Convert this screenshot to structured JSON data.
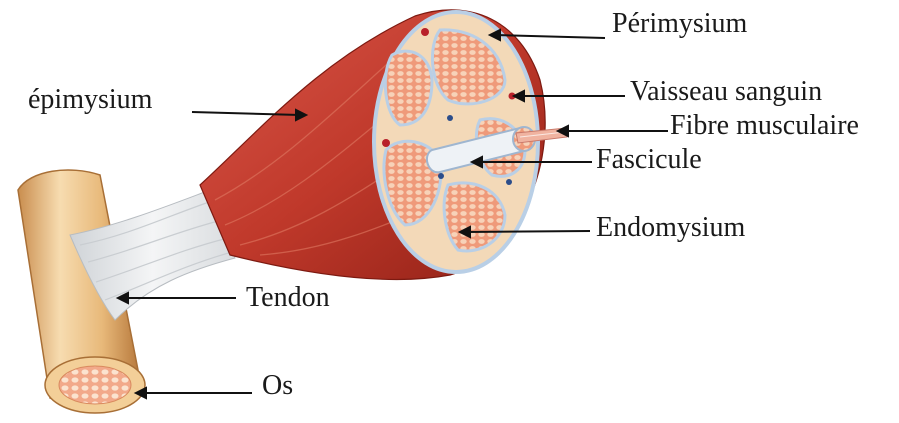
{
  "labels": {
    "perimysium": "Périmysium",
    "epimysium": "épimysium",
    "vaisseau_sanguin": "Vaisseau sanguin",
    "fibre_musculaire": "Fibre musculaire",
    "fascicule": "Fascicule",
    "endomysium": "Endomysium",
    "tendon": "Tendon",
    "os": "Os"
  },
  "colors": {
    "muscle": "#c0392b",
    "muscle_dark": "#8e1f15",
    "muscle_light": "#e07a62",
    "sheath": "#f3d9b8",
    "sheath_blue": "#b9cfe6",
    "fascicle_fill": "#ef9a7a",
    "fiber_dots": "#f7d2b8",
    "tendon": "#e4e6e8",
    "bone": "#e8b97a",
    "bone_light": "#f7dcb0",
    "marrow": "#f2a98a",
    "vessel_red": "#b8202a",
    "vessel_blue": "#2c4d8a",
    "text": "#1a1a1a"
  }
}
